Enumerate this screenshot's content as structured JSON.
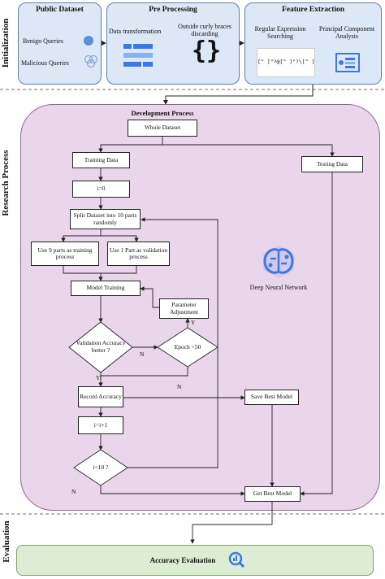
{
  "sections": {
    "initialization": "Initialization",
    "research": "Research Process",
    "evaluation": "Evaluation"
  },
  "public_dataset": {
    "title": "Public Dataset",
    "benign": "Benign Queries",
    "malicious": "Malicious Queries"
  },
  "pre_processing": {
    "title": "Pre Processing",
    "data_transformation": "Data transformation",
    "curly": "Outside curly braces discarding",
    "braces_glyph": "{}"
  },
  "feature_extraction": {
    "title": "Feature Extraction",
    "regex": "Regular Expression Searching",
    "pca": "Principal Component Analysis",
    "regex_sample": "[^ ]\"?@[^ ]\"?\\[^ ]\"?\\[^ ]"
  },
  "process": {
    "title": "Development Process",
    "whole_dataset": "Whole Dataset",
    "training_data": "Training Data",
    "testing_data": "Testing Data",
    "i0": "i=0",
    "split": "Split Dataset into 10 parts randomly",
    "use9": "Use 9 parts as training process",
    "use1": "Use 1 Part as validation process",
    "model_training": "Model Training",
    "param_adjust": "Parameter Adjustment",
    "validation": "Validation Accuracy better ?",
    "epoch": "Epoch <50",
    "record": "Record Accuracy",
    "increment": "i=i+1",
    "ilt10": "i<10 ?",
    "save_best": "Save Best Model",
    "get_best": "Get Best Model",
    "dnn": "Deep Neural Network"
  },
  "decision_labels": {
    "y1": "Y",
    "n1": "N",
    "y2": "Y",
    "n2": "N",
    "n3": "N"
  },
  "evaluation": {
    "label": "Accuracy Evaluation"
  },
  "colors": {
    "init_panel": "#dde8f6",
    "research_panel": "#e9d6ea",
    "eval_panel": "#dcedd3",
    "icon_blue": "#3b78e7"
  }
}
